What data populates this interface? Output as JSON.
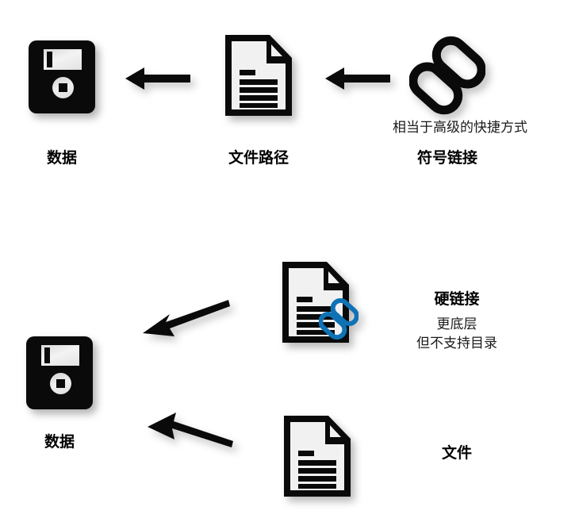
{
  "diagram": {
    "title_row1": {
      "data_label": "数据",
      "path_label": "文件路径",
      "symlink_label": "符号链接",
      "symlink_note": "相当于高级的快捷方式"
    },
    "row2": {
      "data_label": "数据",
      "hardlink_label": "硬链接",
      "hardlink_note_line1": "更底层",
      "hardlink_note_line2": "但不支持目录"
    },
    "row3": {
      "file_label": "文件"
    },
    "icons": {
      "floppy": "floppy-disk-icon",
      "document": "document-icon",
      "chain": "chain-link-icon",
      "chain_blue": "blue-chain-link-icon",
      "arrow_left": "arrow-left-icon",
      "arrow_diagonal": "arrow-diagonal-left-icon"
    },
    "colors": {
      "ink": "#0a0a0a",
      "paper": "#f1f1f1",
      "blue_link": "#0f72b5",
      "shadow": "rgba(0,0,0,0.28)"
    }
  }
}
